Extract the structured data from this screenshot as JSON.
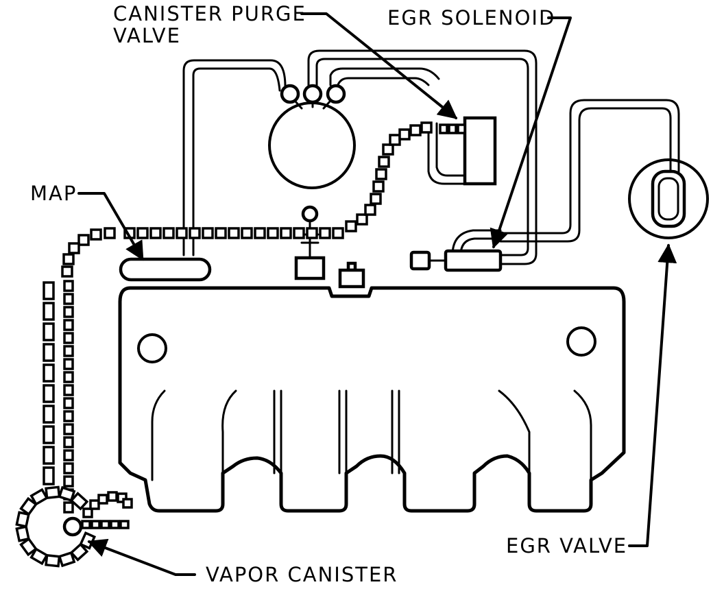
{
  "labels": {
    "canister_purge_valve_line1": "CANISTER PURGE",
    "canister_purge_valve_line2": "VALVE",
    "egr_solenoid": "EGR SOLENOID",
    "map": "MAP",
    "egr_valve": "EGR VALVE",
    "vapor_canister": "VAPOR CANISTER"
  },
  "colors": {
    "line": "#000000",
    "background": "#ffffff"
  }
}
